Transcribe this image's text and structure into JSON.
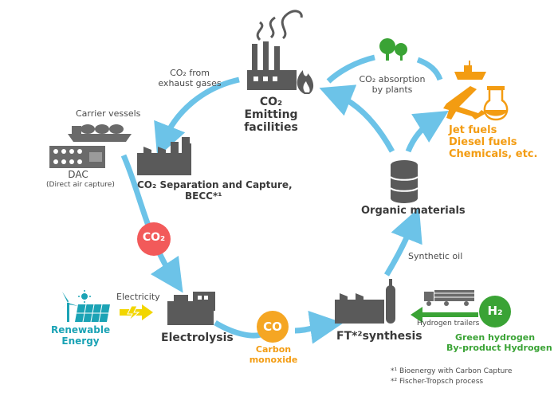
{
  "nodes": {
    "emitting": {
      "co2": "CO₂",
      "line1": "Emitting",
      "line2": "facilities"
    },
    "capture": {
      "line1": "CO₂ Separation and Capture,",
      "line2": "BECC*¹"
    },
    "electrolysis": {
      "label": "Electrolysis"
    },
    "ft": {
      "label": "FT*²synthesis"
    },
    "organic": {
      "label": "Organic materials"
    },
    "fuels": {
      "line1": "Jet fuels",
      "line2": "Diesel fuels",
      "line3": "Chemicals, etc."
    },
    "renewable": {
      "line1": "Renewable",
      "line2": "Energy"
    },
    "hydrogen": {
      "line1": "Green hydrogen",
      "line2": "By-product Hydrogen"
    },
    "carrier": {
      "label": "Carrier vessels"
    },
    "dac": {
      "label": "DAC",
      "sub": "(Direct air capture)"
    }
  },
  "arrows": {
    "co2_exhaust": {
      "line1": "CO₂ from",
      "line2": "exhaust gases"
    },
    "co2_plants": {
      "line1": "CO₂ absorption",
      "line2": "by plants"
    },
    "electricity": "Electricity",
    "synthetic_oil": "Synthetic oil",
    "hydrogen_trailers": "Hydrogen trailers"
  },
  "badges": {
    "co2": "CO₂",
    "co": "CO",
    "co_caption_line1": "Carbon",
    "co_caption_line2": "monoxide",
    "h2": "H₂"
  },
  "footnotes": [
    "*¹ Bioenergy with Carbon Capture",
    "*² Fischer-Tropsch process"
  ],
  "colors": {
    "arrow": "#6cc3e8",
    "co2_badge": "#f25a5a",
    "co_badge": "#f5a623",
    "h2_badge": "#3aa335",
    "icon_gray": "#5a5a5a",
    "fuel_orange": "#f39c12",
    "renewable_teal": "#1ba3b5",
    "electricity_yellow": "#f2d600"
  }
}
